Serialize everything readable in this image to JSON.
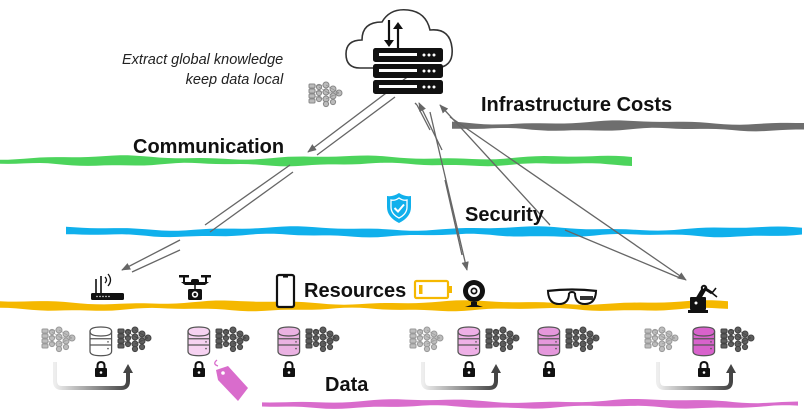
{
  "caption": {
    "line1": "Extract global knowledge",
    "line2": "keep data local"
  },
  "server": {
    "icon": "cloud-server-icon",
    "sync_icon": "up-down-arrows-icon"
  },
  "layers": [
    {
      "id": "infrastructure",
      "label": "Infrastructure Costs",
      "color": "#6e6e6e"
    },
    {
      "id": "communication",
      "label": "Communication",
      "color": "#4cd45c"
    },
    {
      "id": "security",
      "label": "Security",
      "color": "#10b0ec",
      "icon": "shield-check-icon"
    },
    {
      "id": "resources",
      "label": "Resources",
      "color": "#f5b800",
      "icon": "low-battery-icon"
    },
    {
      "id": "data",
      "label": "Data",
      "color": "#d96ccc",
      "icon": "price-tag-icon"
    }
  ],
  "devices": [
    {
      "name": "wifi-router",
      "icon": "wifi-router-icon"
    },
    {
      "name": "drone",
      "icon": "camera-drone-icon"
    },
    {
      "name": "smartphone",
      "icon": "smartphone-icon"
    },
    {
      "name": "webcam",
      "icon": "webcam-icon"
    },
    {
      "name": "smart-glasses",
      "icon": "smart-glasses-icon"
    },
    {
      "name": "robot-arm",
      "icon": "robot-arm-icon"
    }
  ],
  "clients": [
    {
      "db_color": "#ffffff",
      "has_local_model": true,
      "has_update_arrow": true
    },
    {
      "db_color": "#f6d2f1",
      "has_local_model": false,
      "has_update_arrow": false
    },
    {
      "db_color": "#eab2e2",
      "has_local_model": false,
      "has_update_arrow": false
    },
    {
      "db_color": "#eeb0e6",
      "has_local_model": true,
      "has_update_arrow": true
    },
    {
      "db_color": "#e598dc",
      "has_local_model": false,
      "has_update_arrow": false
    },
    {
      "db_color": "#d862cc",
      "has_local_model": true,
      "has_update_arrow": true
    }
  ],
  "colors": {
    "arrow": "#666666",
    "model_light": "#bdbdbd",
    "model_dark": "#5e5e5e",
    "icon_dark": "#111111"
  }
}
